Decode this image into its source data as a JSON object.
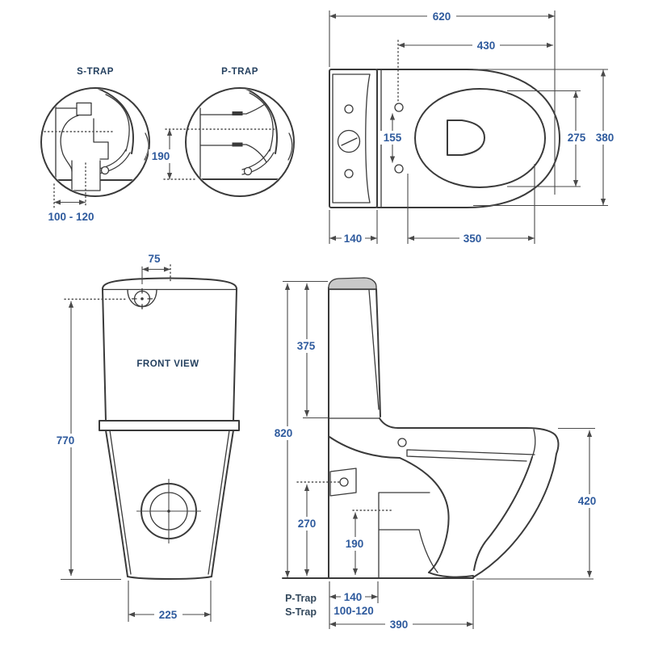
{
  "colors": {
    "background": "#ffffff",
    "line": "#3a3a3a",
    "dimension_text": "#2e5a9d",
    "caption_text": "#24405f"
  },
  "s_trap_detail": {
    "caption": "S-TRAP",
    "outlet_setout": "100 - 120"
  },
  "p_trap_detail": {
    "caption": "P-TRAP",
    "outlet_centre_height": "190"
  },
  "top_view": {
    "overall_length": "620",
    "fixing_to_front": "430",
    "hinge_hole_spacing": "155",
    "seat_width": "275",
    "overall_width": "380",
    "cistern_depth": "140",
    "bowl_length": "350"
  },
  "front_view": {
    "caption": "FRONT VIEW",
    "button_offset": "75",
    "overall_height": "770",
    "base_width": "225"
  },
  "side_view": {
    "cistern_lid_height": "375",
    "overall_height": "820",
    "inlet_height": "270",
    "trap_centre_height": "190",
    "bowl_height": "420",
    "p_trap_label": "P-Trap",
    "s_trap_label": "S-Trap",
    "p_trap_setout": "140",
    "s_trap_setout": "100-120",
    "base_depth": "390"
  }
}
